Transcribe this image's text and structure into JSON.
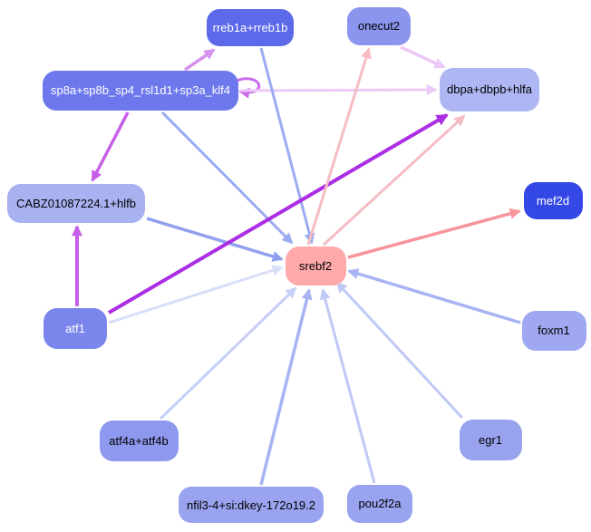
{
  "diagram": {
    "type": "gene-regulatory-network",
    "center_node": "srebf2",
    "background_color": "#ffffff"
  },
  "palette": {
    "strong_purple": "#ab2de4",
    "orchid": "#c75ee8",
    "medium_orchid": "#cb6cec",
    "light_orchid": "#d693ee",
    "plum": "#ecc9f6",
    "light_pink": "#f5bcc2",
    "salmon": "#f8959c",
    "periwinkle": "#9cabf2",
    "periwinkle_dark": "#91a0ef",
    "medium_periwinkle": "#a7b3f2",
    "light_periwinkle": "#bfc9f6",
    "lighter_lavender": "#c6cff7",
    "pale_lavender": "#d9def9"
  },
  "nodes": {
    "rreb1a": {
      "label": "rreb1a+rreb1b",
      "color": "#5c6ae9",
      "text_color": "#ffffff"
    },
    "onecut2": {
      "label": "onecut2",
      "color": "#8b95ee",
      "text_color": "#000000"
    },
    "sp8a": {
      "label": "sp8a+sp8b_sp4_rsl1d1+sp3a_klf4",
      "color": "#6d78ec",
      "text_color": "#ffffff"
    },
    "dbpa": {
      "label": "dbpa+dbpb+hlfa",
      "color": "#aeb7f3",
      "text_color": "#000000"
    },
    "cabz": {
      "label": "CABZ01087224.1+hlfb",
      "color": "#a9b2f1",
      "text_color": "#000000"
    },
    "mef2d": {
      "label": "mef2d",
      "color": "#3448e6",
      "text_color": "#ffffff"
    },
    "srebf2": {
      "label": "srebf2",
      "color": "#ffa9ab",
      "text_color": "#000000"
    },
    "atf1": {
      "label": "atf1",
      "color": "#7b86ed",
      "text_color": "#ffffff"
    },
    "foxm1": {
      "label": "foxm1",
      "color": "#9fa8f0",
      "text_color": "#000000"
    },
    "atf4a": {
      "label": "atf4a+atf4b",
      "color": "#8e98ee",
      "text_color": "#000000"
    },
    "egr1": {
      "label": "egr1",
      "color": "#99a2ef",
      "text_color": "#000000"
    },
    "nfil3": {
      "label": "nfil3-4+si:dkey-172o19.2",
      "color": "#9aa3ef",
      "text_color": "#000000"
    },
    "pou2f2a": {
      "label": "pou2f2a",
      "color": "#9aa3ef",
      "text_color": "#000000"
    }
  },
  "edges": [
    {
      "source": "sp8a",
      "target": "rreb1a",
      "color": "light_orchid"
    },
    {
      "source": "sp8a",
      "target": "sp8a",
      "color": "medium_orchid"
    },
    {
      "source": "sp8a",
      "target": "cabz",
      "color": "orchid"
    },
    {
      "source": "sp8a",
      "target": "dbpa",
      "color": "plum"
    },
    {
      "source": "sp8a",
      "target": "srebf2",
      "color": "periwinkle"
    },
    {
      "source": "rreb1a",
      "target": "srebf2",
      "color": "periwinkle"
    },
    {
      "source": "onecut2",
      "target": "dbpa",
      "color": "plum"
    },
    {
      "source": "cabz",
      "target": "srebf2",
      "color": "periwinkle_dark"
    },
    {
      "source": "atf1",
      "target": "cabz",
      "color": "orchid"
    },
    {
      "source": "atf1",
      "target": "dbpa",
      "color": "strong_purple"
    },
    {
      "source": "atf1",
      "target": "srebf2",
      "color": "pale_lavender"
    },
    {
      "source": "srebf2",
      "target": "onecut2",
      "color": "light_pink"
    },
    {
      "source": "srebf2",
      "target": "dbpa",
      "color": "light_pink"
    },
    {
      "source": "srebf2",
      "target": "mef2d",
      "color": "salmon"
    },
    {
      "source": "atf4a",
      "target": "srebf2",
      "color": "lighter_lavender"
    },
    {
      "source": "nfil3",
      "target": "srebf2",
      "color": "medium_periwinkle"
    },
    {
      "source": "pou2f2a",
      "target": "srebf2",
      "color": "light_periwinkle"
    },
    {
      "source": "egr1",
      "target": "srebf2",
      "color": "light_periwinkle"
    },
    {
      "source": "foxm1",
      "target": "srebf2",
      "color": "medium_periwinkle"
    }
  ]
}
